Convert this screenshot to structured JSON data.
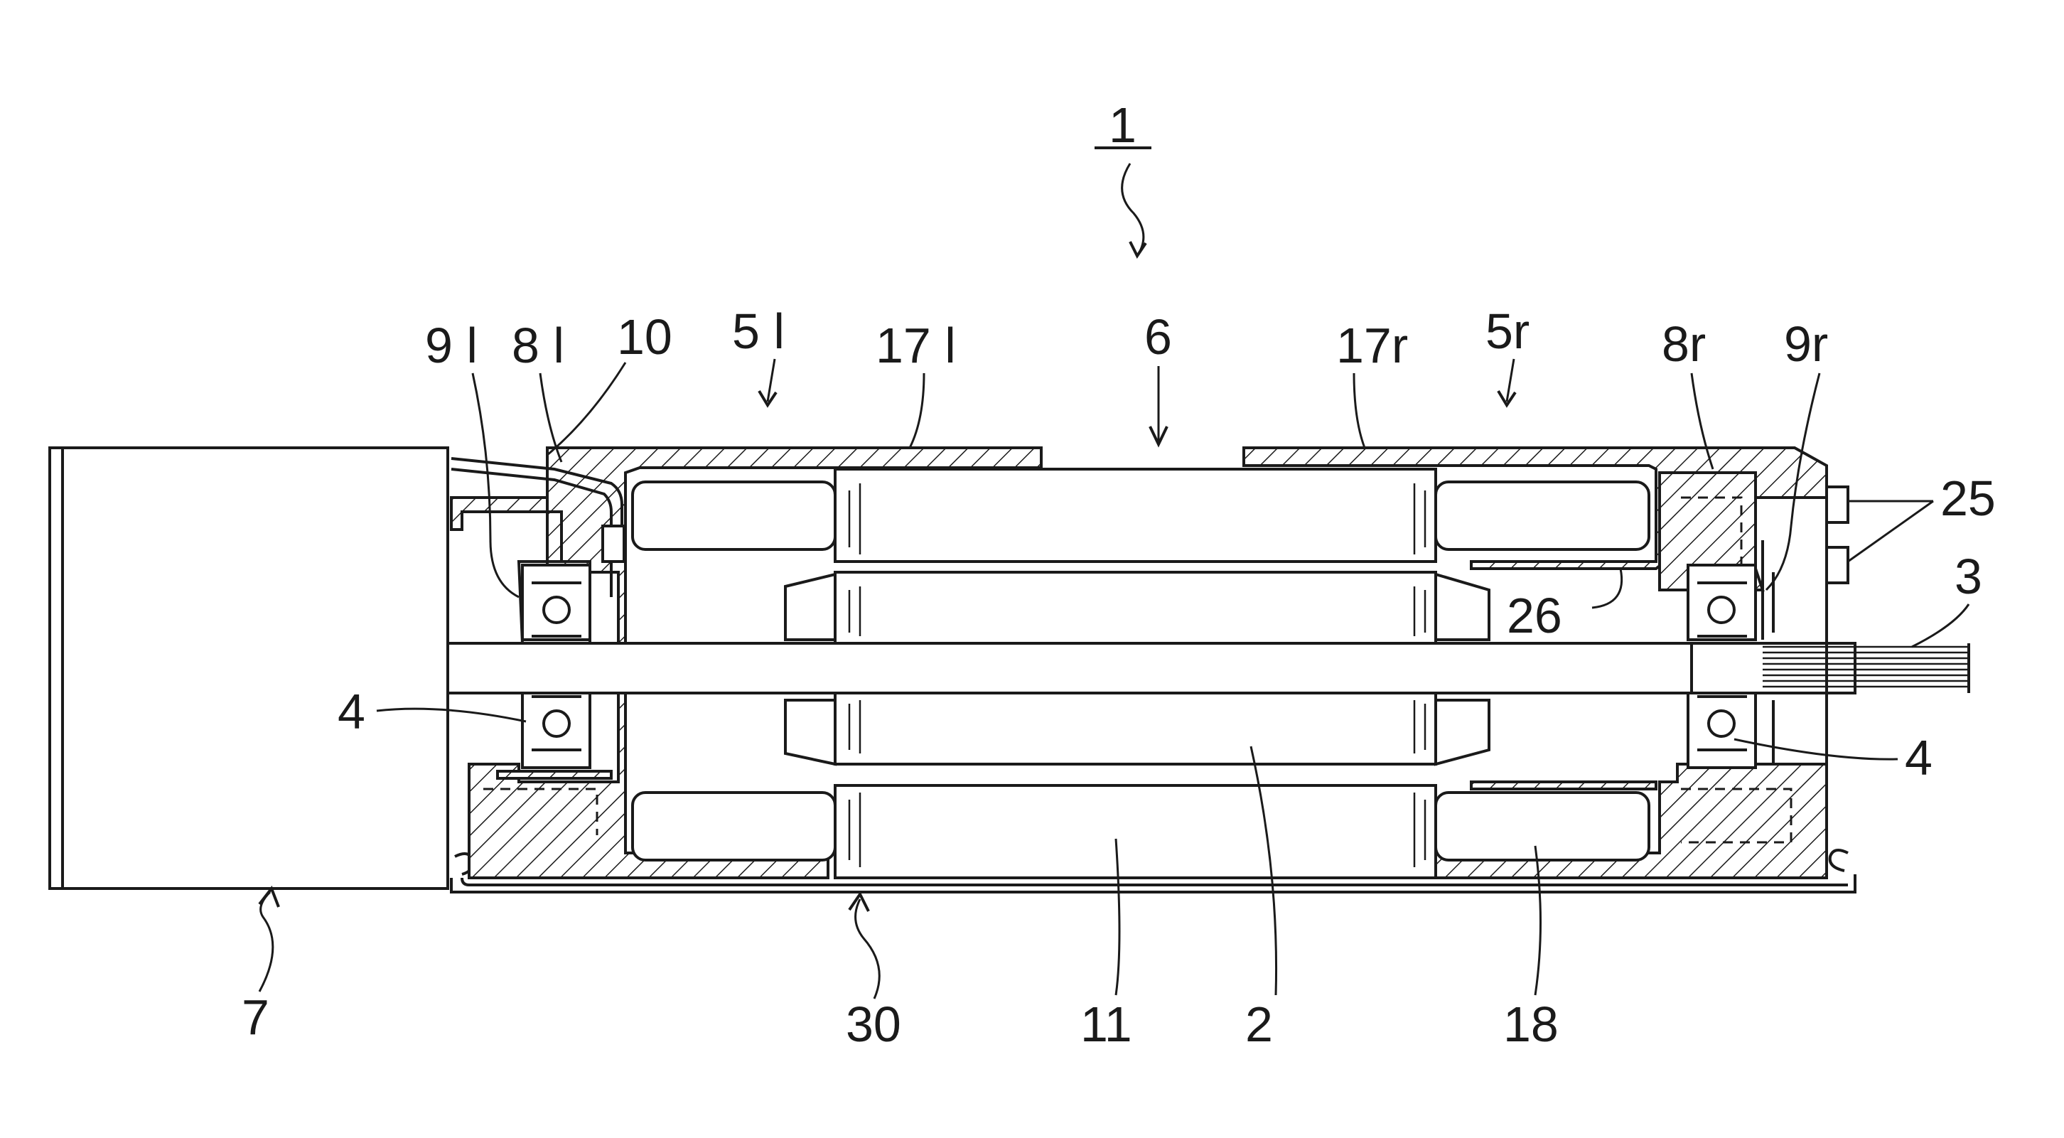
{
  "figure": {
    "reference_numeral": "1",
    "labels": {
      "l_9l": "9 l",
      "l_8l": "8 l",
      "l_10": "10",
      "l_5l": "5 l",
      "l_17l": "17 l",
      "l_6": "6",
      "l_17r": "17r",
      "l_5r": "5r",
      "l_8r": "8r",
      "l_9r": "9r",
      "l_25": "25",
      "l_3": "3",
      "l_26": "26",
      "l_4a": "4",
      "l_4b": "4",
      "l_7": "7",
      "l_30": "30",
      "l_11": "11",
      "l_2": "2",
      "l_18": "18"
    }
  }
}
